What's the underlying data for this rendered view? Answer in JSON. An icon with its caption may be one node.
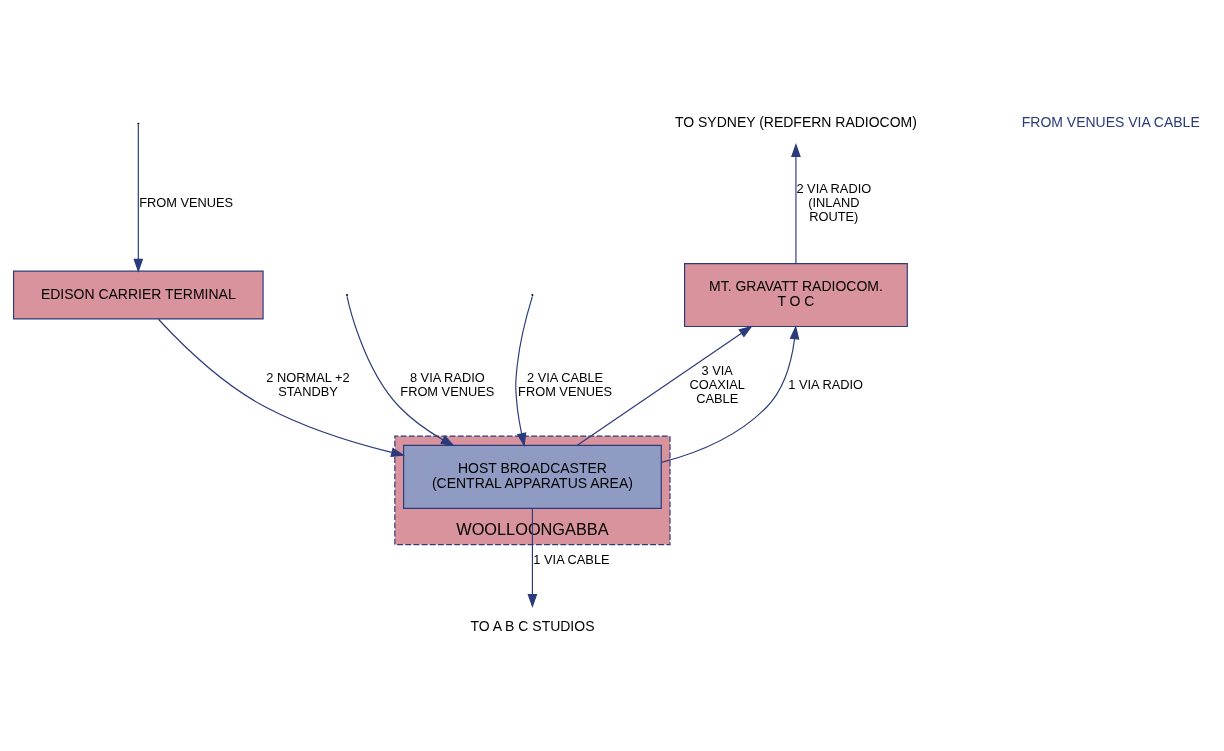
{
  "diagram": {
    "nodes": [
      {
        "text": [
          "MT. GRAVATT RADIOCOM.",
          "T O C"
        ]
      },
      {
        "text": [
          "WOOLLOONGABBA"
        ]
      },
      {
        "text": [
          "HOST BROADCASTER",
          "(CENTRAL APPARATUS AREA)"
        ],
        "in": 1
      },
      {
        "text": [
          "EDISON CARRIER TERMINAL"
        ]
      },
      {
        "text": [
          "TO SYDNEY (REDFERN RADIOCOM)"
        ]
      },
      {
        "text": [
          "TO A B C STUDIOS"
        ]
      }
    ],
    "edges": [
      {
        "from": 0,
        "to": 4,
        "arrow": "to",
        "label": "2 VIA RADIO (INLAND ROUTE)"
      },
      {
        "from": 2,
        "to": 0,
        "arrow": "to",
        "label": "3 VIA COAXIAL CABLE"
      },
      {
        "from": 2,
        "to": 0,
        "arrow": "to",
        "label": "1 VIA RADIO"
      },
      {
        "from": null,
        "to": 2,
        "arrow": "to",
        "label": "8 VIA RADIO FROM VENUES"
      },
      {
        "from": null,
        "to": 2,
        "arrow": "to",
        "label": "2 VIA CABLE FROM VENUES"
      },
      {
        "from": 3,
        "to": 2,
        "arrow": "to",
        "label": "2 NORMAL +2 STANDBY"
      },
      {
        "from": 2,
        "to": 5,
        "arrow": "to",
        "label": "1 VIA CABLE"
      },
      {
        "from": null,
        "to": 3,
        "arrow": "to",
        "label": "FROM VENUES"
      }
    ],
    "labels": [
      "FROM VENUES VIA CABLE"
    ]
  }
}
